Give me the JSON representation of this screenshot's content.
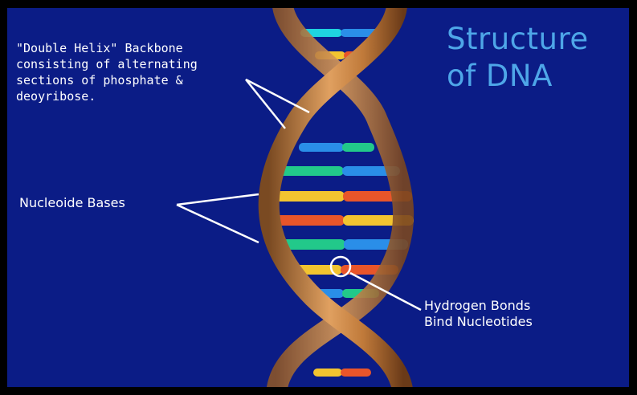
{
  "title": {
    "line1": "Structure",
    "line2": "of DNA"
  },
  "labels": {
    "backbone": {
      "line1": "\"Double Helix\" Backbone",
      "line2": "consisting of alternating",
      "line3": "sections of phosphate &",
      "line4": "deoyribose."
    },
    "bases": "Nucleoide Bases",
    "hydrogen": {
      "line1": "Hydrogen Bonds",
      "line2": "Bind Nucleotides"
    }
  },
  "colors": {
    "background": "#0b1c86",
    "title": "#4ea6e8",
    "backbone": "#c98a4a",
    "base_cyan": "#1fd3e0",
    "base_green": "#22c98a",
    "base_blue": "#2a8ee8",
    "base_yellow": "#f2c430",
    "base_orange": "#f07a2a",
    "base_red": "#e8552a"
  }
}
